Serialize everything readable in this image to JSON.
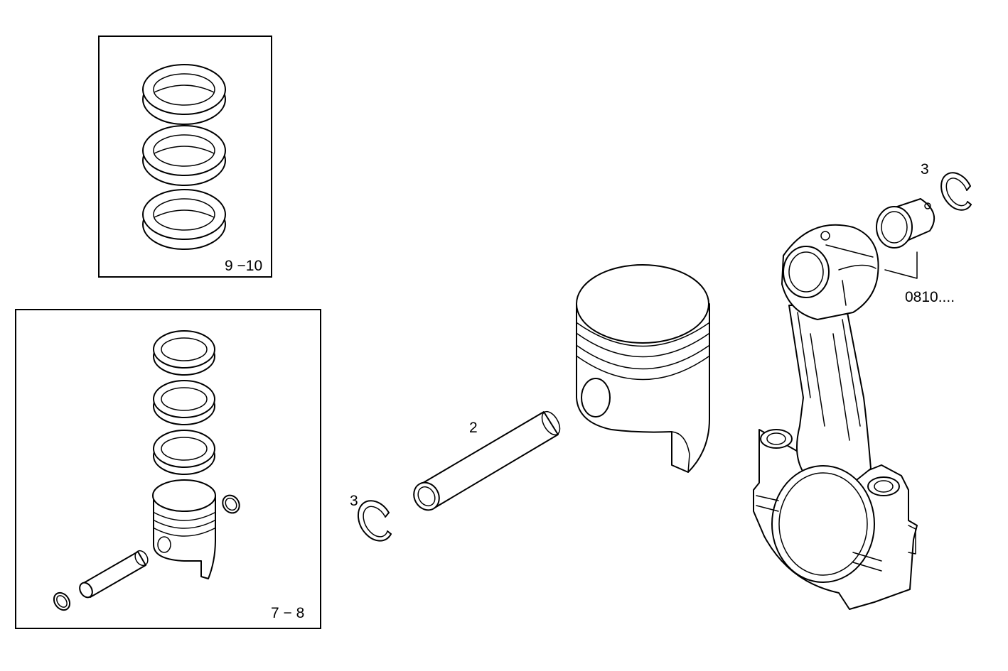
{
  "labels": {
    "kit_rings": "9 −10",
    "kit_piston": "7 − 8",
    "piston_pin": "2",
    "circlip_left": "3",
    "circlip_right": "3",
    "bushing_ref": "0810...."
  }
}
